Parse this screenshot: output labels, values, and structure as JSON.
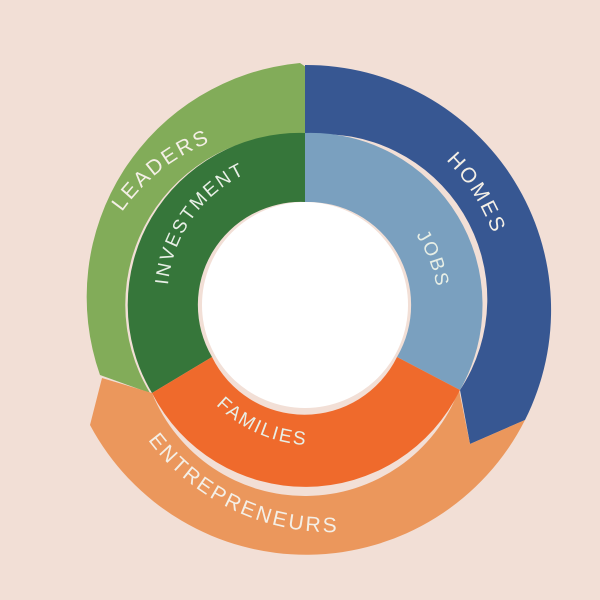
{
  "diagram": {
    "outer_ring": [
      {
        "label": "LEADERS",
        "color": "#82ac59"
      },
      {
        "label": "HOMES",
        "color": "#375792"
      },
      {
        "label": "ENTREPRENEURS",
        "color": "#eb975c"
      }
    ],
    "inner_ring": [
      {
        "label": "INVESTMENT",
        "color": "#36763a"
      },
      {
        "label": "JOBS",
        "color": "#7aa0bf"
      },
      {
        "label": "FAMILIES",
        "color": "#ef6a2c"
      }
    ],
    "background": "#f2dfd6",
    "center_color": "#ffffff"
  }
}
